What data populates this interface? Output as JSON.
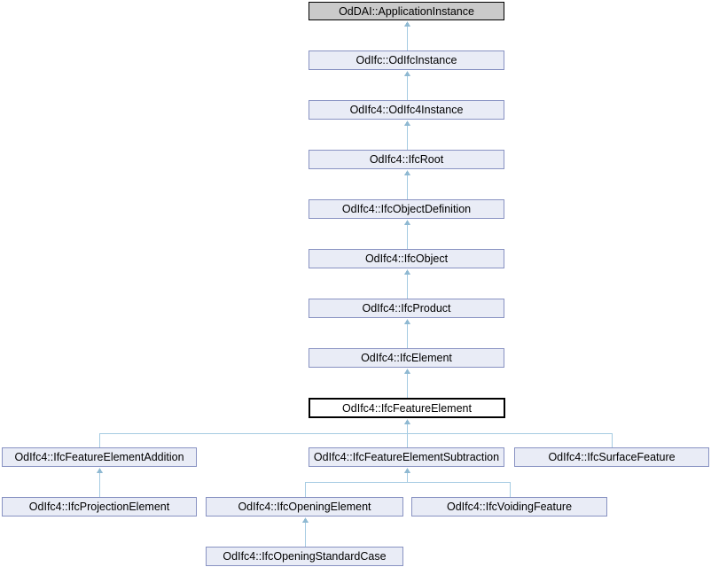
{
  "diagram": {
    "kind": "class-inheritance-graph",
    "colors": {
      "background": "#FFFFFF",
      "node_fill": "#E9ECF6",
      "node_border": "#8892C2",
      "external_fill": "#CACACA",
      "external_border": "#000000",
      "focal_fill": "#FFFFFF",
      "focal_border": "#000000",
      "edge": "#A5CBE2",
      "arrowhead": "#8FB9D2",
      "text": "#000000"
    },
    "nodes": [
      {
        "id": "ApplicationInstance",
        "label": "OdDAI::ApplicationInstance",
        "kind": "external"
      },
      {
        "id": "OdIfcInstance",
        "label": "OdIfc::OdIfcInstance",
        "kind": "link"
      },
      {
        "id": "OdIfc4Instance",
        "label": "OdIfc4::OdIfc4Instance",
        "kind": "link"
      },
      {
        "id": "IfcRoot",
        "label": "OdIfc4::IfcRoot",
        "kind": "link"
      },
      {
        "id": "IfcObjectDefinition",
        "label": "OdIfc4::IfcObjectDefinition",
        "kind": "link"
      },
      {
        "id": "IfcObject",
        "label": "OdIfc4::IfcObject",
        "kind": "link"
      },
      {
        "id": "IfcProduct",
        "label": "OdIfc4::IfcProduct",
        "kind": "link"
      },
      {
        "id": "IfcElement",
        "label": "OdIfc4::IfcElement",
        "kind": "link"
      },
      {
        "id": "IfcFeatureElement",
        "label": "OdIfc4::IfcFeatureElement",
        "kind": "focal"
      },
      {
        "id": "IfcFeatureElementAddition",
        "label": "OdIfc4::IfcFeatureElementAddition",
        "kind": "link"
      },
      {
        "id": "IfcFeatureElementSubtraction",
        "label": "OdIfc4::IfcFeatureElementSubtraction",
        "kind": "link"
      },
      {
        "id": "IfcSurfaceFeature",
        "label": "OdIfc4::IfcSurfaceFeature",
        "kind": "link"
      },
      {
        "id": "IfcProjectionElement",
        "label": "OdIfc4::IfcProjectionElement",
        "kind": "link"
      },
      {
        "id": "IfcOpeningElement",
        "label": "OdIfc4::IfcOpeningElement",
        "kind": "link"
      },
      {
        "id": "IfcVoidingFeature",
        "label": "OdIfc4::IfcVoidingFeature",
        "kind": "link"
      },
      {
        "id": "IfcOpeningStandardCase",
        "label": "OdIfc4::IfcOpeningStandardCase",
        "kind": "link"
      }
    ],
    "edges": [
      {
        "child": "OdIfcInstance",
        "parent": "ApplicationInstance"
      },
      {
        "child": "OdIfc4Instance",
        "parent": "OdIfcInstance"
      },
      {
        "child": "IfcRoot",
        "parent": "OdIfc4Instance"
      },
      {
        "child": "IfcObjectDefinition",
        "parent": "IfcRoot"
      },
      {
        "child": "IfcObject",
        "parent": "IfcObjectDefinition"
      },
      {
        "child": "IfcProduct",
        "parent": "IfcObject"
      },
      {
        "child": "IfcElement",
        "parent": "IfcProduct"
      },
      {
        "child": "IfcFeatureElement",
        "parent": "IfcElement"
      },
      {
        "child": "IfcFeatureElementAddition",
        "parent": "IfcFeatureElement"
      },
      {
        "child": "IfcFeatureElementSubtraction",
        "parent": "IfcFeatureElement"
      },
      {
        "child": "IfcSurfaceFeature",
        "parent": "IfcFeatureElement"
      },
      {
        "child": "IfcProjectionElement",
        "parent": "IfcFeatureElementAddition"
      },
      {
        "child": "IfcOpeningElement",
        "parent": "IfcFeatureElementSubtraction"
      },
      {
        "child": "IfcVoidingFeature",
        "parent": "IfcFeatureElementSubtraction"
      },
      {
        "child": "IfcOpeningStandardCase",
        "parent": "IfcOpeningElement"
      }
    ]
  }
}
